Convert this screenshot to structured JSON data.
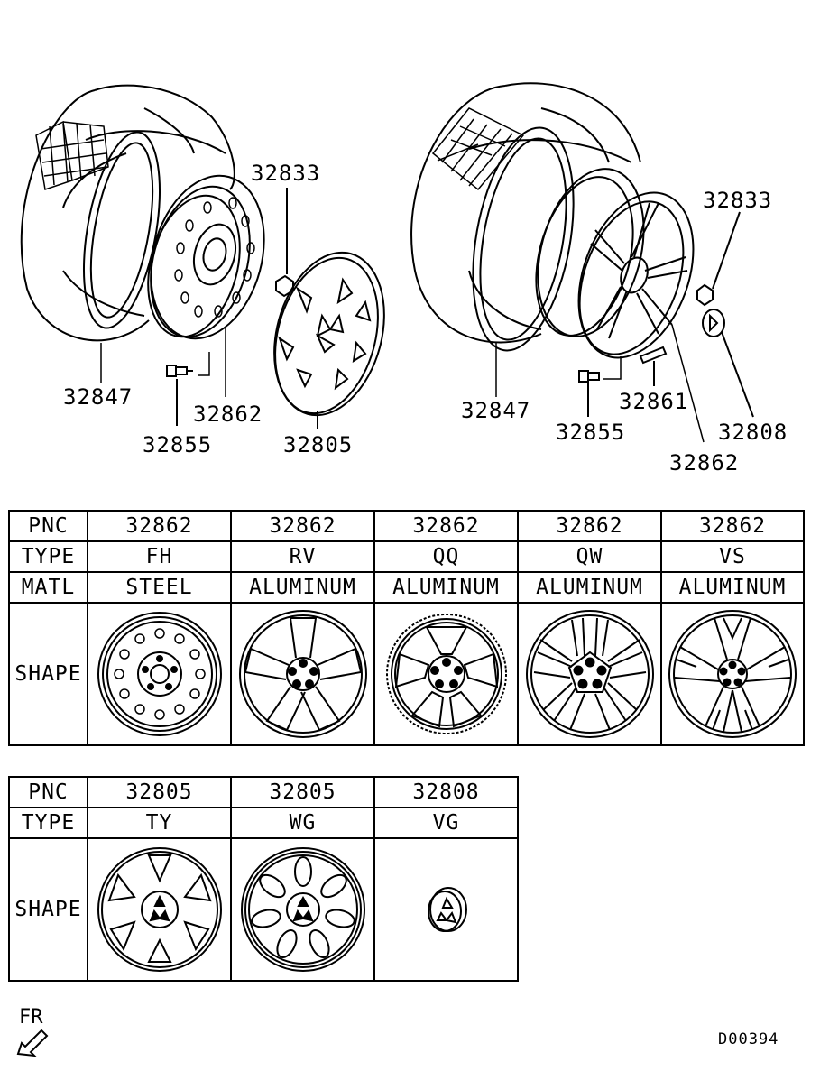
{
  "diagram": {
    "left_assembly": {
      "labels": {
        "tire": "32847",
        "wheel": "32862",
        "valve": "32855",
        "nut": "32833",
        "cover": "32805"
      }
    },
    "right_assembly": {
      "labels": {
        "tire": "32847",
        "wheel": "32862",
        "valve": "32855",
        "weight": "32861",
        "nut": "32833",
        "ornament": "32808"
      }
    }
  },
  "table1": {
    "row_labels": {
      "pnc": "PNC",
      "type": "TYPE",
      "matl": "MATL",
      "shape": "SHAPE"
    },
    "columns": [
      {
        "pnc": "32862",
        "type": "FH",
        "matl": "STEEL",
        "shape_icon": "steel-wheel-icon"
      },
      {
        "pnc": "32862",
        "type": "RV",
        "matl": "ALUMINUM",
        "shape_icon": "five-spoke-wheel-icon"
      },
      {
        "pnc": "32862",
        "type": "QQ",
        "matl": "ALUMINUM",
        "shape_icon": "five-spoke-wheel-icon"
      },
      {
        "pnc": "32862",
        "type": "QW",
        "matl": "ALUMINUM",
        "shape_icon": "multi-spoke-wheel-icon"
      },
      {
        "pnc": "32862",
        "type": "VS",
        "matl": "ALUMINUM",
        "shape_icon": "split-spoke-wheel-icon"
      }
    ]
  },
  "table2": {
    "row_labels": {
      "pnc": "PNC",
      "type": "TYPE",
      "shape": "SHAPE"
    },
    "columns": [
      {
        "pnc": "32805",
        "type": "TY",
        "shape_icon": "wheel-cover-icon"
      },
      {
        "pnc": "32805",
        "type": "WG",
        "shape_icon": "wheel-cover-icon"
      },
      {
        "pnc": "32808",
        "type": "VG",
        "shape_icon": "center-ornament-icon"
      }
    ]
  },
  "footer": {
    "direction_label": "FR",
    "drawing_code": "D00394"
  }
}
